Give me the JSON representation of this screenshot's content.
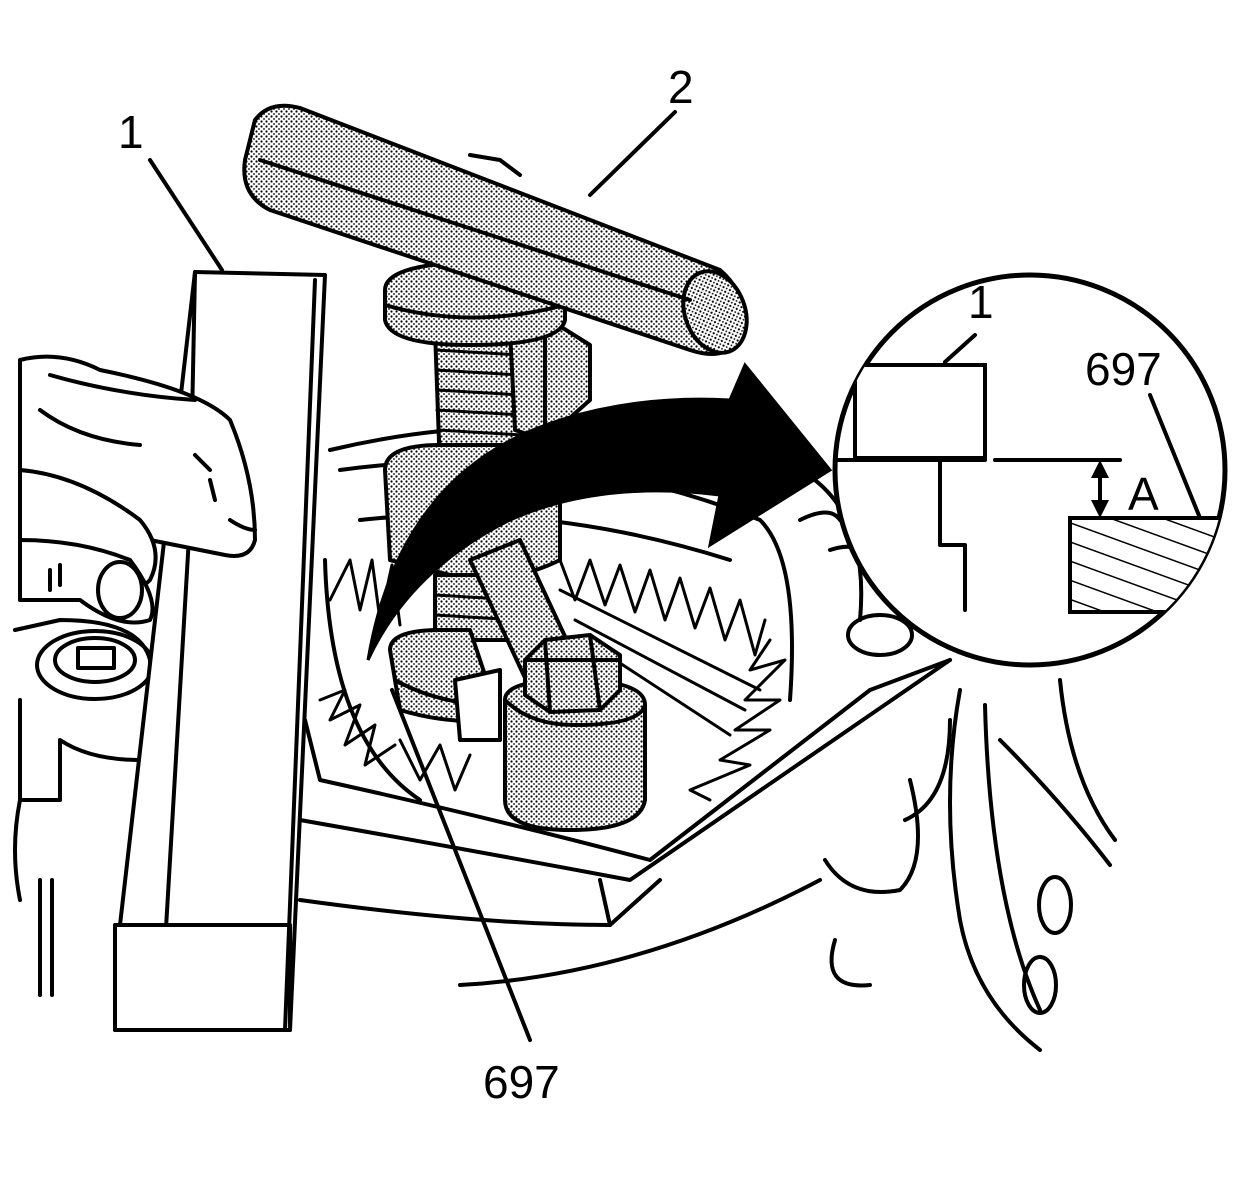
{
  "callouts": {
    "straightedge": "1",
    "tool": "2",
    "ring_gear_label": "697",
    "inset_straightedge": "1",
    "inset_gear": "697",
    "inset_dimension": "A"
  },
  "colors": {
    "ink": "#000000",
    "paper": "#ffffff"
  }
}
